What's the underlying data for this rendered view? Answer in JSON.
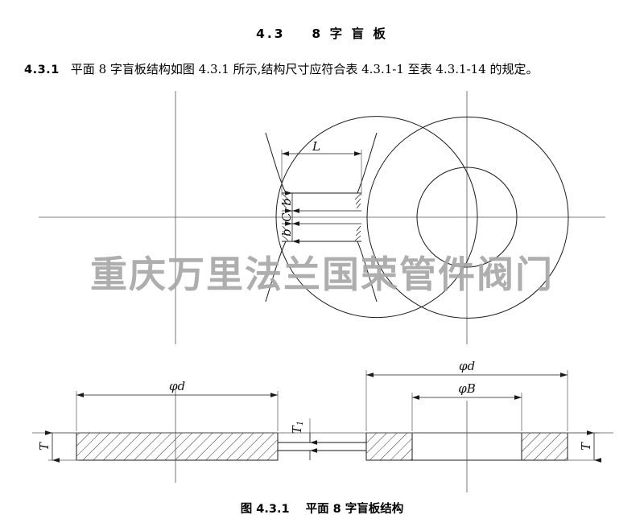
{
  "document": {
    "section_number": "4.3",
    "section_title": "8 字 盲 板",
    "paragraph": {
      "number": "4.3.1",
      "text": "平面 8 字盲板结构如图 4.3.1 所示,结构尺寸应符合表 4.3.1-1 至表 4.3.1-14 的规定。"
    },
    "figure_caption": {
      "label": "图 4.3.1",
      "title": "平面 8 字盲板结构"
    },
    "watermark": "重庆万里法兰国荣管件阀门"
  },
  "figure": {
    "plan_view": {
      "dimension_L": "L",
      "bridge_dim_top": "b",
      "bridge_dim_mid": "C",
      "bridge_dim_bottom": "b",
      "left_disc_label": "",
      "right_disc_label": ""
    },
    "section_view": {
      "left_plate": {
        "diameter_label": "φd",
        "thickness_label": "T"
      },
      "bridge": {
        "thickness_label": "T",
        "thickness_sub": "1"
      },
      "right_plate": {
        "outer_diameter_label": "φd",
        "bore_label": "φB",
        "thickness_label": "T"
      }
    }
  },
  "colors": {
    "line": "#1a1a1a",
    "centerline": "#555555",
    "watermark": "#a8a8a8",
    "background": "#ffffff"
  }
}
